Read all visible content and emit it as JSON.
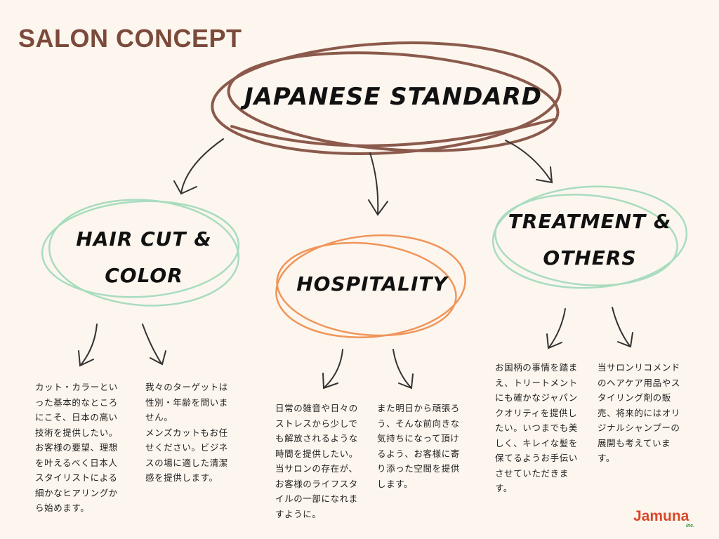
{
  "title": "SALON CONCEPT",
  "main_concept": "JAPANESE STANDARD",
  "branches": [
    {
      "label": "HAIR CUT &\nCOLOR",
      "texts": [
        "カット・カラーとい\nった基本的なところ\nにこそ、日本の高い\n技術を提供したい。\nお客様の要望、理想\nを叶えるべく日本人\nスタイリストによる\n細かなヒアリングか\nら始めます。",
        "我々のターゲットは\n性別・年齢を問いま\nせん。\nメンズカットもお任\nせください。ビジネ\nスの場に適した清潔\n感を提供します。"
      ]
    },
    {
      "label": "HOSPITALITY",
      "texts": [
        "日常の雑音や日々の\nストレスから少しで\nも解放されるような\n時間を提供したい。\n当サロンの存在が、\nお客様のライフスタ\nイルの一部になれま\nすように。",
        "また明日から頑張ろ\nう、そんな前向きな\n気持ちになって頂け\nるよう、お客様に寄\nり添った空間を提供\nします。"
      ]
    },
    {
      "label": "TREATMENT &\nOTHERS",
      "texts": [
        "お国柄の事情を踏ま\nえ、トリートメント\nにも確かなジャパン\nクオリティを提供し\nたい。いつまでも美\nしく、キレイな髪を\n保てるようお手伝い\nさせていただきま\nす。",
        "当サロンリコメンド\nのヘアケア用品やス\nタイリング剤の販\n売、将来的にはオリ\nジナルシャンプーの\n展開も考えていま\nす。"
      ]
    }
  ],
  "logo": {
    "name": "Jamuna",
    "suffix": "Inc."
  },
  "colors": {
    "background": "#fdf6ee",
    "title": "#7b4a3a",
    "main_ring": "#8b5a4c",
    "green_ring": "#a8dcc0",
    "orange_ring": "#f0955a",
    "logo": "#d9482b"
  }
}
